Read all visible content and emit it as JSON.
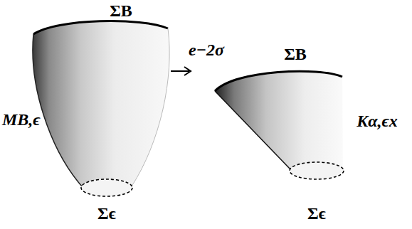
{
  "diagram": {
    "labels": [
      "ΣB",
      "MB,ϵ",
      "Σϵ",
      "e−2σ",
      "ΣB",
      "Kα,ϵx",
      "Σϵ"
    ]
  }
}
